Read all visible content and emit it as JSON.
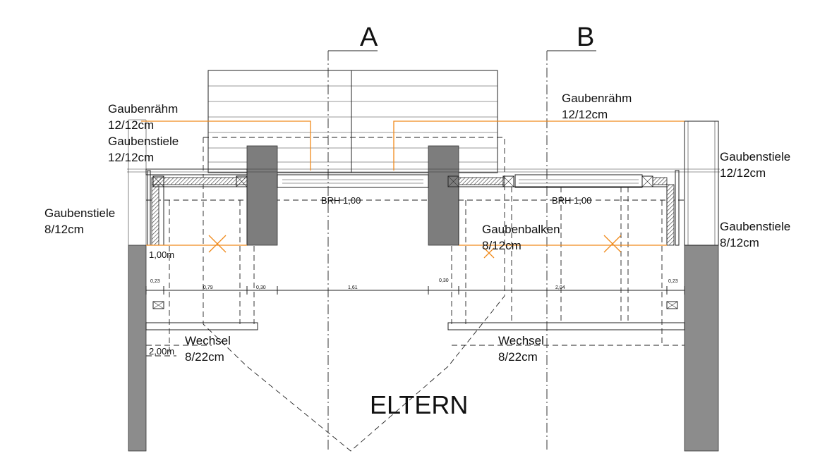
{
  "sections": {
    "a": "A",
    "b": "B"
  },
  "labels": {
    "gaubenraehm_left_1": "Gaubenrähm",
    "gaubenraehm_left_2": "12/12cm",
    "gaubenstiele_left_1": "Gaubenstiele",
    "gaubenstiele_left_2": "12/12cm",
    "gaubenraehm_right_1": "Gaubenrähm",
    "gaubenraehm_right_2": "12/12cm",
    "gaubenstiele_right_top_1": "Gaubenstiele",
    "gaubenstiele_right_top_2": "12/12cm",
    "gaubenstiele_left_mid_1": "Gaubenstiele",
    "gaubenstiele_left_mid_2": "8/12cm",
    "gaubenstiele_right_mid_1": "Gaubenstiele",
    "gaubenstiele_right_mid_2": "8/12cm",
    "gaubenbalken_1": "Gaubenbalken",
    "gaubenbalken_2": "8/12cm",
    "wechsel_left_1": "Wechsel",
    "wechsel_left_2": "8/22cm",
    "wechsel_right_1": "Wechsel",
    "wechsel_right_2": "8/22cm",
    "brh_left": "BRH 1,00",
    "brh_right": "BRH 1,00",
    "height_100": "1,00m",
    "height_200": "2,00m",
    "room": "ELTERN"
  },
  "dimensions": {
    "d1": "0,23",
    "d2": "0,79",
    "d3": "0,30",
    "d4": "1,61",
    "d5": "0,30",
    "d6": "2,04",
    "d7": "0,23"
  },
  "colors": {
    "timber_line": "#f08a1c",
    "wall_fill": "#8c8c8c",
    "line": "#222222"
  }
}
